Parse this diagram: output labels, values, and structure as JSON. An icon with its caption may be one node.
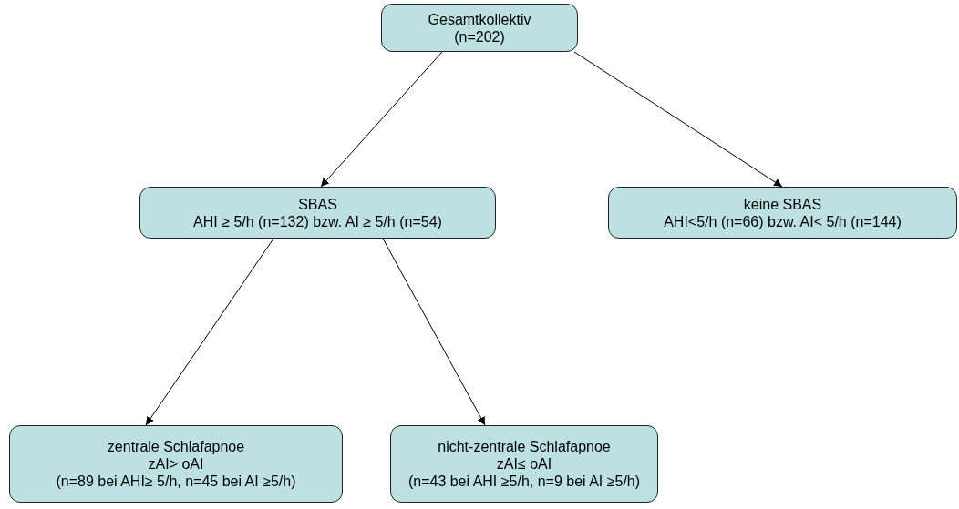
{
  "diagram": {
    "nodes": [
      {
        "text": [
          "Gesamtkollektiv",
          "(n=202)"
        ]
      },
      {
        "text": [
          "SBAS",
          "AHI ≥ 5/h (n=132) bzw. AI ≥ 5/h (n=54)"
        ]
      },
      {
        "text": [
          "keine SBAS",
          "AHI<5/h (n=66) bzw. AI< 5/h (n=144)"
        ]
      },
      {
        "text": [
          "zentrale Schlafapnoe",
          "zAI> oAI",
          "(n=89 bei AHI≥ 5/h, n=45 bei AI ≥5/h)"
        ]
      },
      {
        "text": [
          "nicht-zentrale Schlafapnoe",
          "zAI≤ oAI",
          "(n=43 bei AHI ≥5/h, n=9 bei AI ≥5/h)"
        ]
      }
    ],
    "edges": [
      {
        "from": 0,
        "to": 1,
        "arrow": "to"
      },
      {
        "from": 0,
        "to": 2,
        "arrow": "to"
      },
      {
        "from": 1,
        "to": 3,
        "arrow": "to"
      },
      {
        "from": 1,
        "to": 4,
        "arrow": "to"
      }
    ]
  }
}
